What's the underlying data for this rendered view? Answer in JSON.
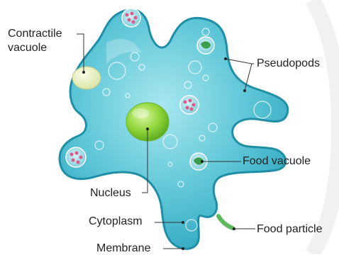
{
  "diagram": {
    "labels": {
      "contractile_vacuole_line1": "Contractile",
      "contractile_vacuole_line2": "vacuole",
      "pseudopods": "Pseudopods",
      "food_vacuole": "Food vacuole",
      "nucleus": "Nucleus",
      "cytoplasm": "Cytoplasm",
      "food_particle": "Food particle",
      "membrane": "Membrane"
    },
    "colors": {
      "cytoplasm": "#5cc5d6",
      "membrane": "#1f8fa8",
      "nucleus": "#8fd63a",
      "contractile_vacuole": "#eef3c9",
      "food_particle": "#5cb85c",
      "leader_line": "#333333"
    }
  }
}
